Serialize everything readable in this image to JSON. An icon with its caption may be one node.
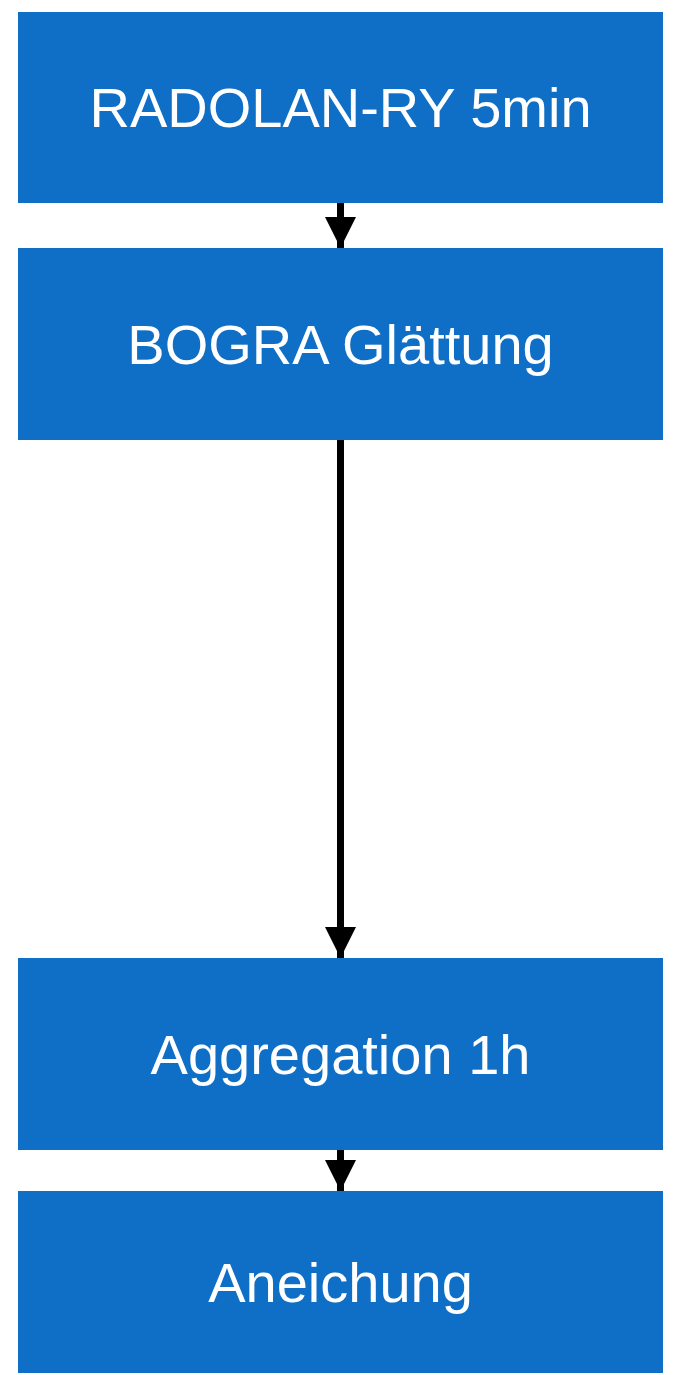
{
  "diagram": {
    "nodes": [
      {
        "text": [
          "RADOLAN-RY 5min"
        ]
      },
      {
        "text": [
          "BOGRA Glättung"
        ]
      },
      {
        "text": [
          "Aggregation 1h"
        ]
      },
      {
        "text": [
          "Aneichung"
        ]
      }
    ],
    "edges": [
      {
        "from": 0,
        "to": 1,
        "arrow": "to"
      },
      {
        "from": 1,
        "to": 2,
        "arrow": "to"
      },
      {
        "from": 2,
        "to": 3,
        "arrow": "to"
      }
    ]
  }
}
